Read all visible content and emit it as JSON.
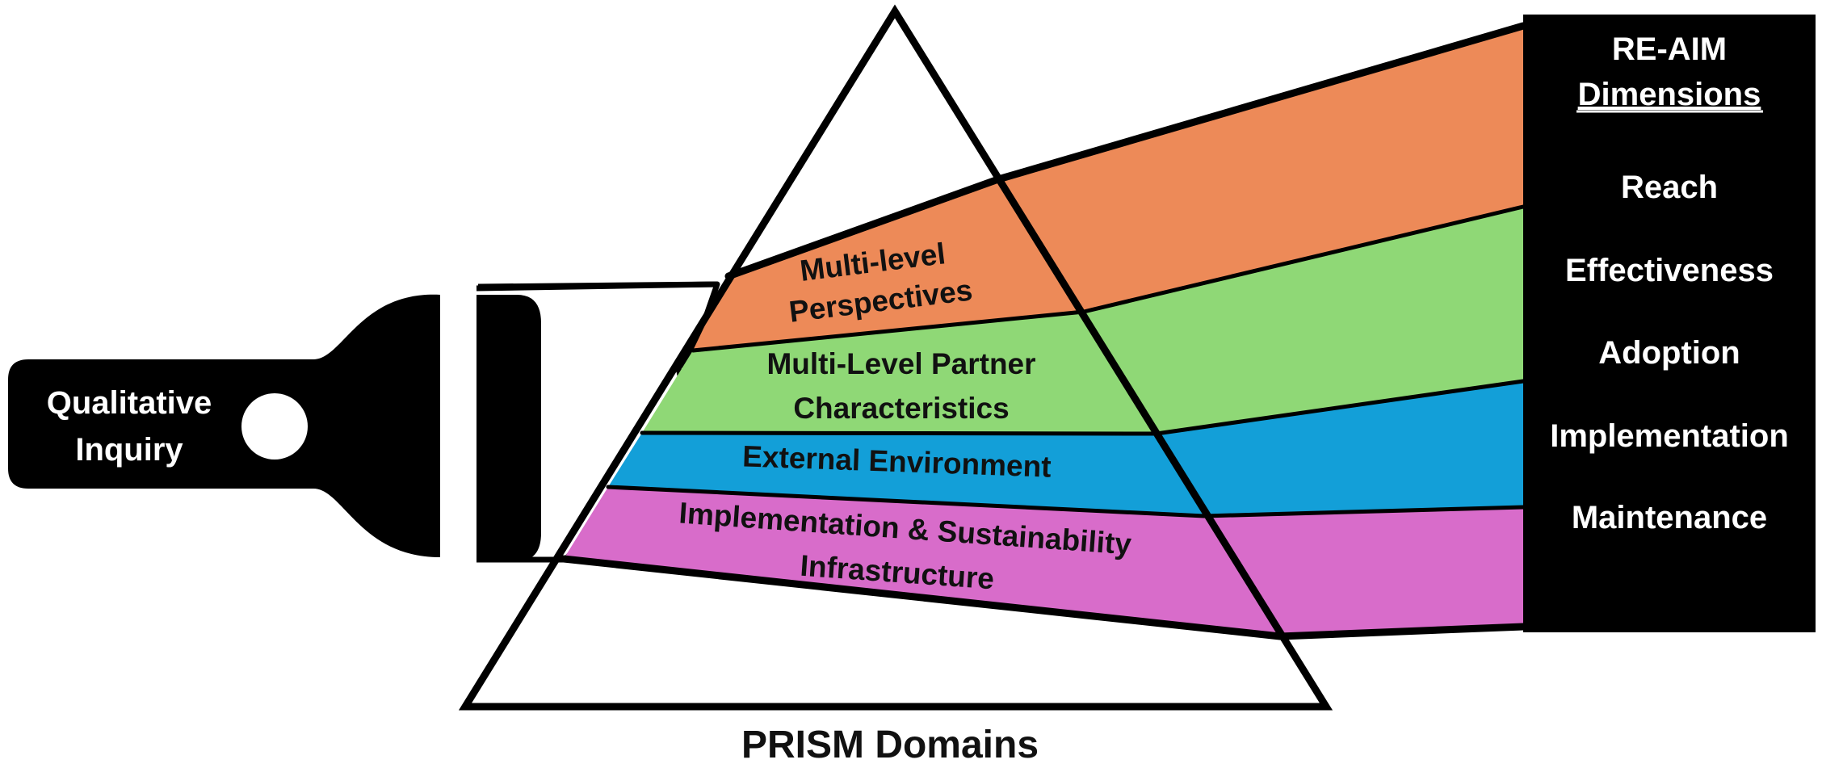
{
  "flashlight": {
    "label_line1": "Qualitative",
    "label_line2": "Inquiry"
  },
  "prism": {
    "bands": [
      {
        "lines": [
          "Multi-level",
          "Perspectives"
        ],
        "color": "#ED8A58"
      },
      {
        "lines": [
          "Multi-Level Partner",
          "Characteristics"
        ],
        "color": "#8FD876"
      },
      {
        "lines": [
          "External Environment"
        ],
        "color": "#139FD8"
      },
      {
        "lines": [
          "Implementation & Sustainability",
          "Infrastructure"
        ],
        "color": "#D86CCA"
      }
    ],
    "caption": "PRISM Domains"
  },
  "reaim": {
    "title_line1": "RE-AIM",
    "title_line2": "Dimensions",
    "items": [
      "Reach",
      "Effectiveness",
      "Adoption",
      "Implementation",
      "Maintenance"
    ],
    "panel_color": "#000000"
  }
}
